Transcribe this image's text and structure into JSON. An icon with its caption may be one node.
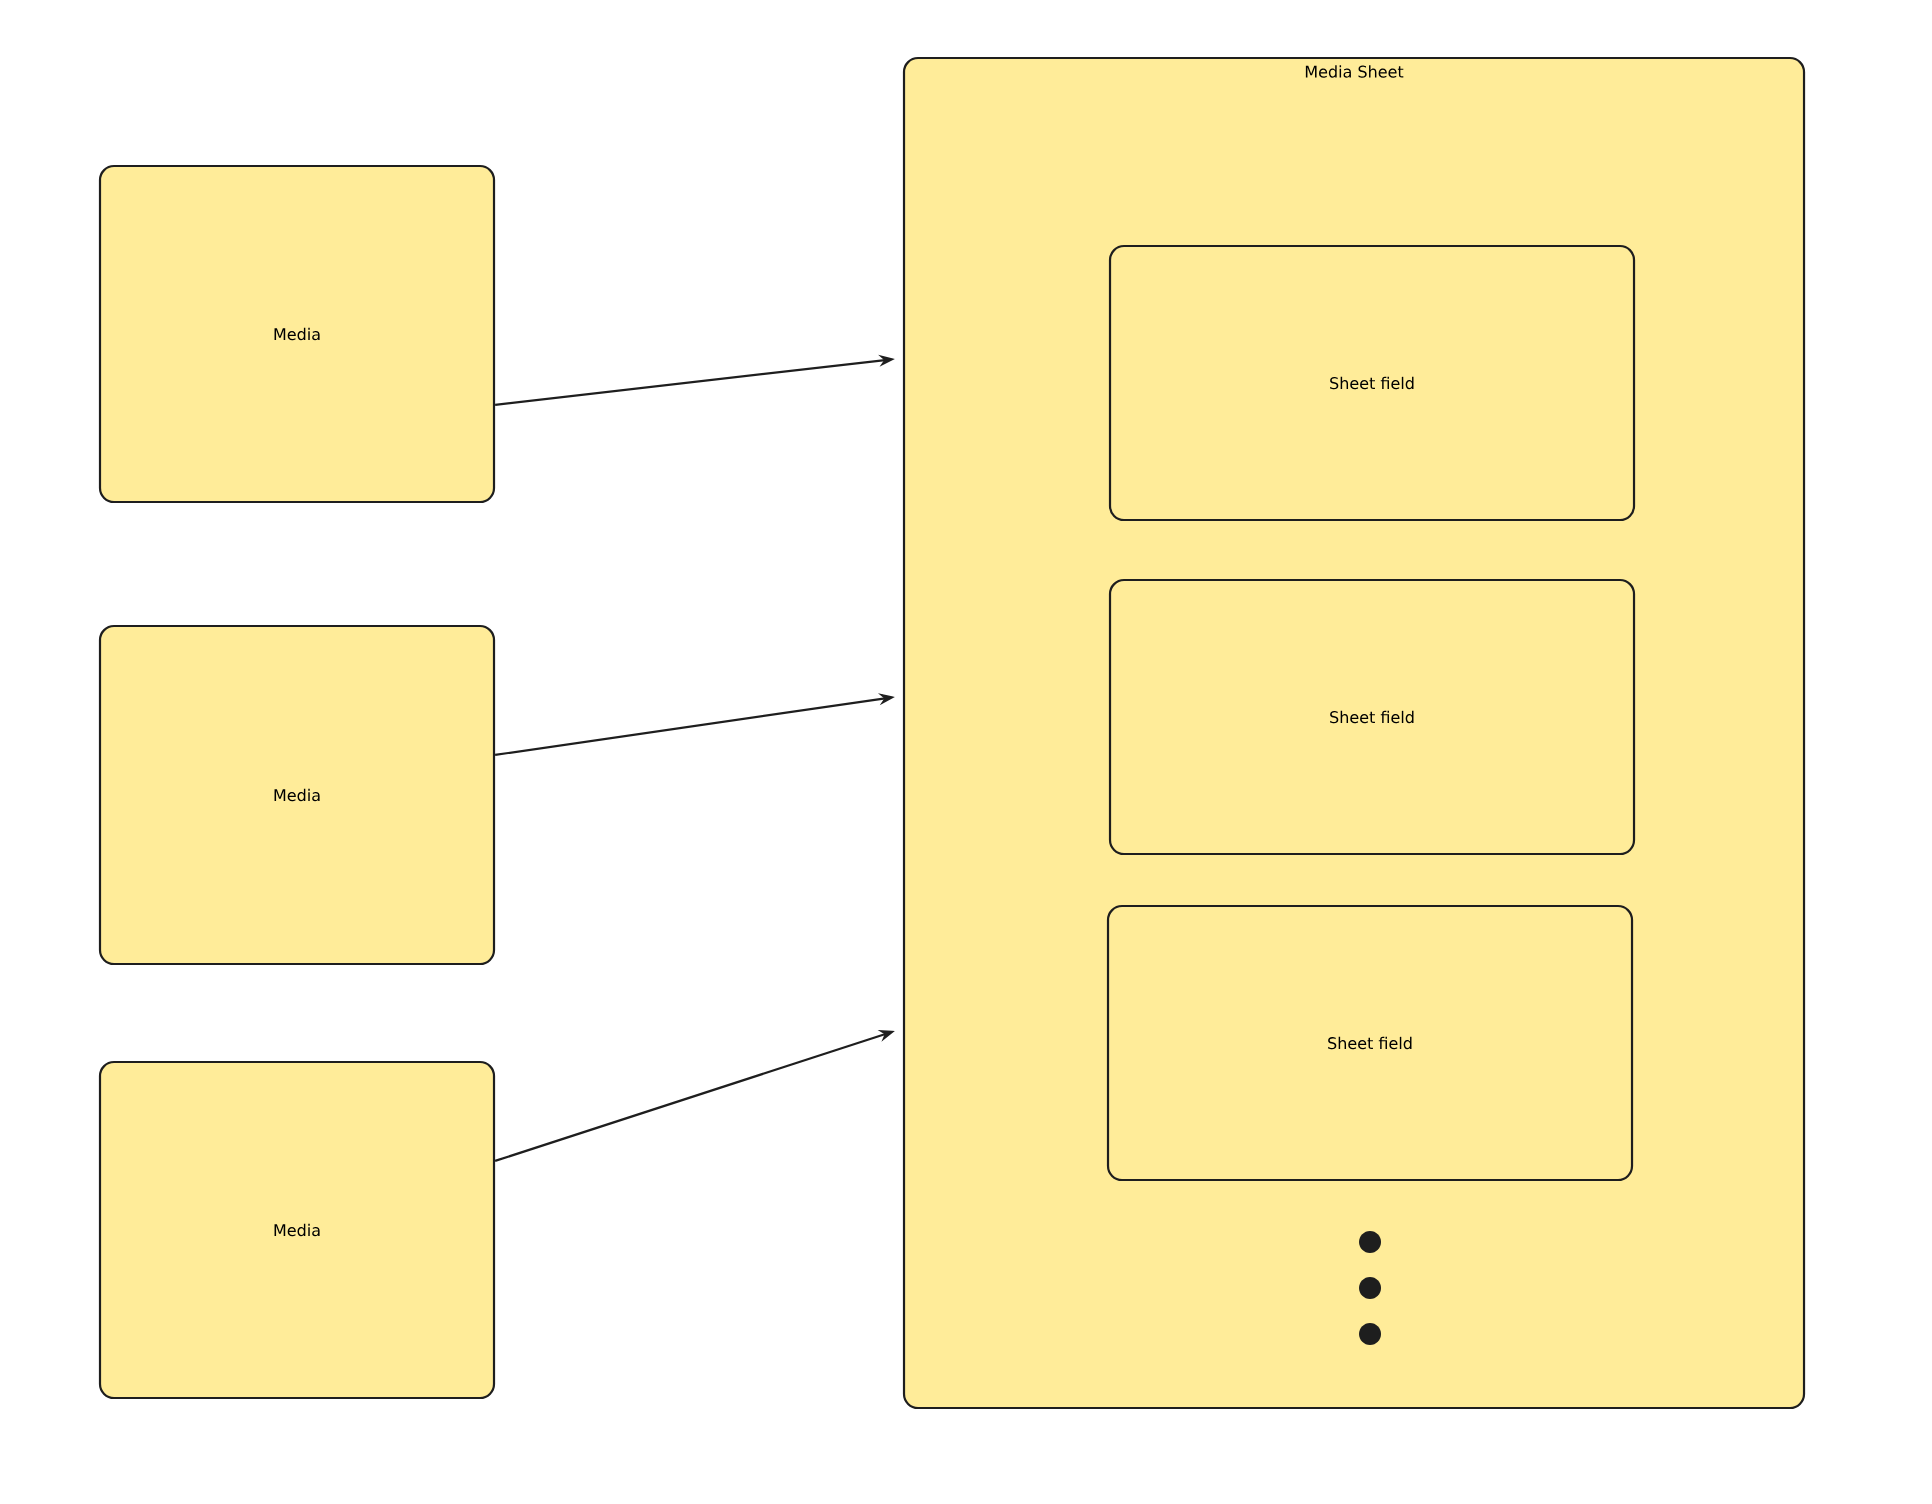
{
  "diagram": {
    "nodes": [
      {
        "text": [
          "Media"
        ]
      },
      {
        "text": [
          "Media"
        ]
      },
      {
        "text": [
          "Media"
        ]
      },
      {
        "text": [
          "Media Sheet"
        ]
      },
      {
        "text": [
          "Sheet field"
        ],
        "in": 3
      },
      {
        "text": [
          "Sheet field"
        ],
        "in": 3
      },
      {
        "text": [
          "Sheet field"
        ],
        "in": 3
      }
    ],
    "edges": [
      {
        "from": 0,
        "to": 3,
        "arrow": "to"
      },
      {
        "from": 1,
        "to": 3,
        "arrow": "to"
      },
      {
        "from": 2,
        "to": 3,
        "arrow": "to"
      }
    ]
  }
}
